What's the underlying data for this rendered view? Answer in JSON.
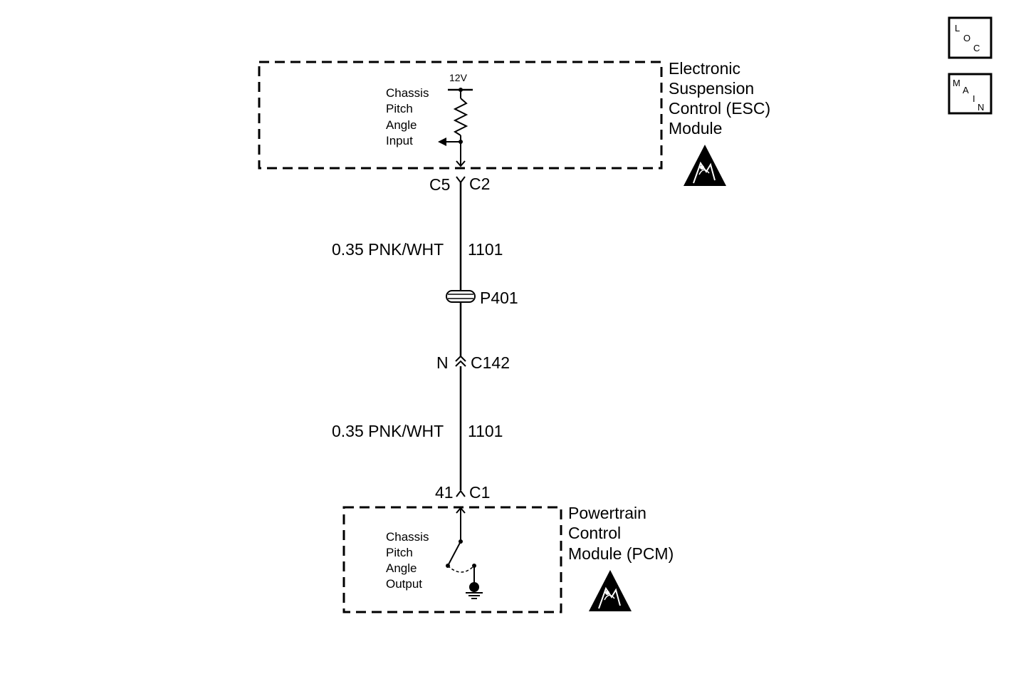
{
  "esc_module": {
    "name_lines": [
      "Electronic",
      "Suspension",
      "Control (ESC)",
      "Module"
    ],
    "supply_voltage": "12V",
    "input_label_lines": [
      "Chassis",
      "Pitch",
      "Angle",
      "Input"
    ]
  },
  "connectors": {
    "esc_pin": "C5",
    "esc_connector": "C2",
    "inline_pin": "N",
    "inline_connector": "C142",
    "pcm_pin": "41",
    "pcm_connector": "C1"
  },
  "wires": {
    "upper": {
      "spec": "0.35 PNK/WHT",
      "circuit": "1101"
    },
    "lower": {
      "spec": "0.35 PNK/WHT",
      "circuit": "1101"
    }
  },
  "splice_pack": {
    "label": "P401"
  },
  "pcm_module": {
    "name_lines": [
      "Powertrain",
      "Control",
      "Module (PCM)"
    ],
    "output_label_lines": [
      "Chassis",
      "Pitch",
      "Angle",
      "Output"
    ]
  },
  "nav_buttons": {
    "loc": {
      "letters": [
        "L",
        "O",
        "C"
      ]
    },
    "main": {
      "letters": [
        "M",
        "A",
        "I",
        "N"
      ]
    }
  },
  "esd_symbol": "esd-warning-icon"
}
